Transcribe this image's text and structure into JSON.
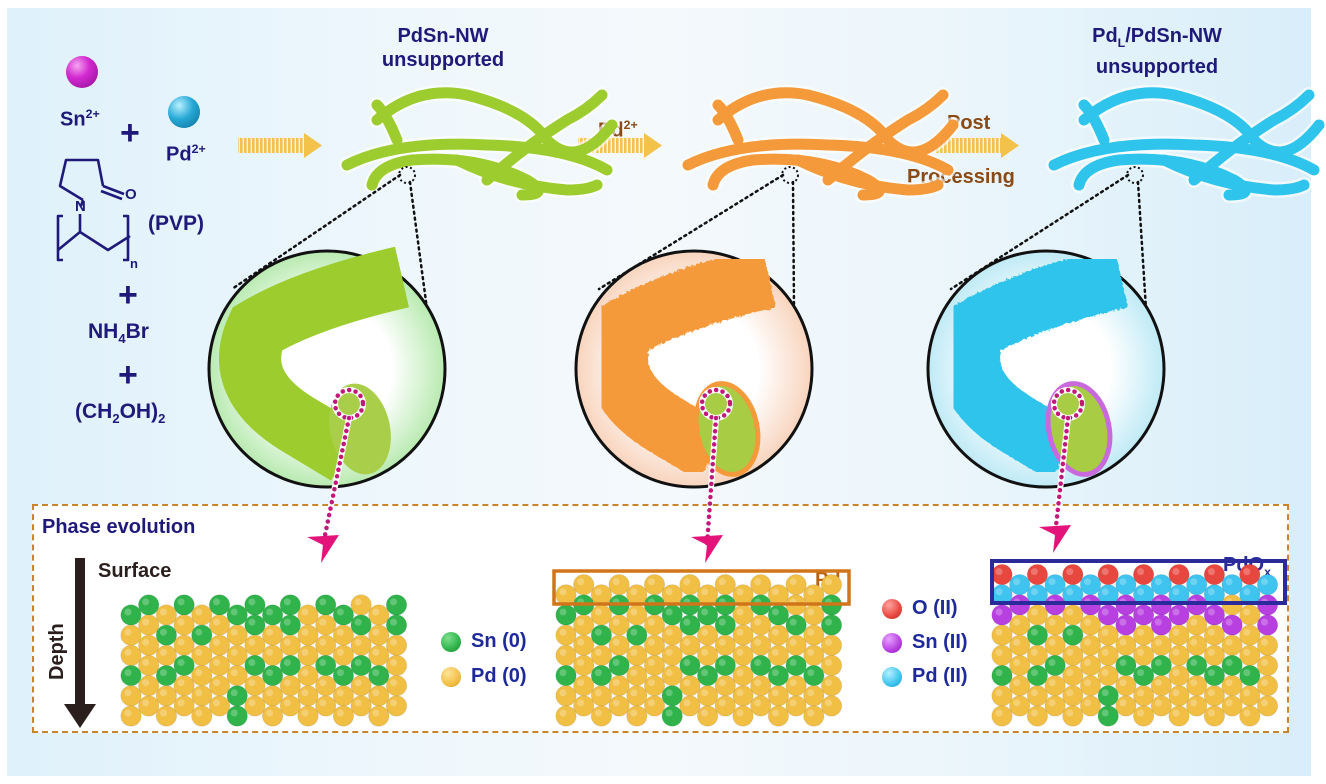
{
  "reagents": {
    "sn_ion": {
      "label": "Sn",
      "charge": "2+",
      "color": "#c81fc8"
    },
    "pd_ion": {
      "label": "Pd",
      "charge": "2+",
      "color": "#1b9ccc"
    },
    "plus": "+",
    "pvp_label": "(PVP)",
    "pvp_structure": {
      "heteroatom_n": "N",
      "heteroatom_o": "O",
      "subscript": "n"
    },
    "nh4br": {
      "pre": "NH",
      "sub": "4",
      "post": "Br"
    },
    "glycol": {
      "pre": "(CH",
      "sub1": "2",
      "mid": "OH)",
      "sub2": "2"
    }
  },
  "stages": [
    {
      "title_line1": "PdSn-NW",
      "title_line2": "unsupported",
      "wire_color": "#9ccc2e",
      "zoom_tint": "#b8eab0"
    },
    {
      "title_line1": "",
      "title_line2": "",
      "wire_color": "#f59a3a",
      "zoom_tint": "#f8d4bd"
    },
    {
      "title_line1_main": "Pd",
      "title_line1_sub": "L",
      "title_line1_rest": "/PdSn-NW",
      "title_line2": "unsupported",
      "wire_color": "#2ec4ec",
      "zoom_tint": "#bfeaf6"
    }
  ],
  "arrows": [
    {
      "label": ""
    },
    {
      "label_main": "Pd",
      "label_sup": "2+"
    },
    {
      "label_top": "Post",
      "label_bottom": "Processing"
    }
  ],
  "colors": {
    "arrow": "#f2c24a",
    "title_text": "#1f1a7a",
    "arrow_text": "#8a4a14",
    "magenta_link": "#c2187a",
    "magenta_arrowhead": "#e3137a",
    "phase_border": "#c8852c",
    "pd_box": "#d0751a",
    "pdox_box": "#2b2a9a"
  },
  "phase": {
    "title": "Phase evolution",
    "surface_label": "Surface",
    "depth_label": "Depth",
    "pd_layer_label": "Pd",
    "pdox_label_main": "PdO",
    "pdox_label_sub": "x",
    "legend_left": [
      {
        "key": "G",
        "label": "Sn (0)",
        "color": "#2fb34a"
      },
      {
        "key": "Y",
        "label": "Pd (0)",
        "color": "#f2bf45"
      }
    ],
    "legend_right": [
      {
        "key": "R",
        "label": "O (II)",
        "color": "#e8473f"
      },
      {
        "key": "M",
        "label": "Sn (II)",
        "color": "#b83fe0"
      },
      {
        "key": "C",
        "label": "Pd (II)",
        "color": "#3ec4ee"
      }
    ],
    "atom_colors": {
      "G": "#2fb34a",
      "Y": "#f2bf45",
      "R": "#e8473f",
      "M": "#b83fe0",
      "C": "#3ec4ee"
    },
    "grids": [
      {
        "name": "pdsn-lattice",
        "rows": [
          "GGGGGGYG",
          "GYYGGYGY",
          "YYYGGYGG",
          "YGGYYYYY",
          "YYYYYYYY",
          "YYYYYYYY",
          "YGYGGGGY",
          "GGYYGYGG",
          "YYYYYYYY",
          "YYYGYYYY",
          "YYYYYYYY",
          "YYYGYYYY"
        ]
      },
      {
        "name": "pd-shell-lattice",
        "rows": [
          "YYYYYYYY",
          "YYYYYYYY",
          "GGGGGGYG",
          "GYYGGYGY",
          "YYYGGYGG",
          "YGGYYYYY",
          "YYYYYYYY",
          "YYYYYYYY",
          "YGYGGGGY",
          "GGYYGYGG",
          "YYYYYYYY",
          "YYYGYYYY",
          "YYYYYYYY",
          "YYYGYYYY"
        ]
      },
      {
        "name": "pdox-lattice",
        "rows": [
          "RRRRRRRR",
          "CCCCCCCC",
          "CCCCCCCC",
          "MMMMMMYM",
          "MYYMMMMY",
          "YYYMMYMM",
          "YGGYYYYY",
          "YYYYYYYY",
          "YYYYYYYY",
          "YGYGGGGY",
          "GGYYGYGG",
          "YYYYYYYY",
          "YYYGYYYY",
          "YYYYYYYY",
          "YYYGYYYY"
        ]
      }
    ]
  }
}
